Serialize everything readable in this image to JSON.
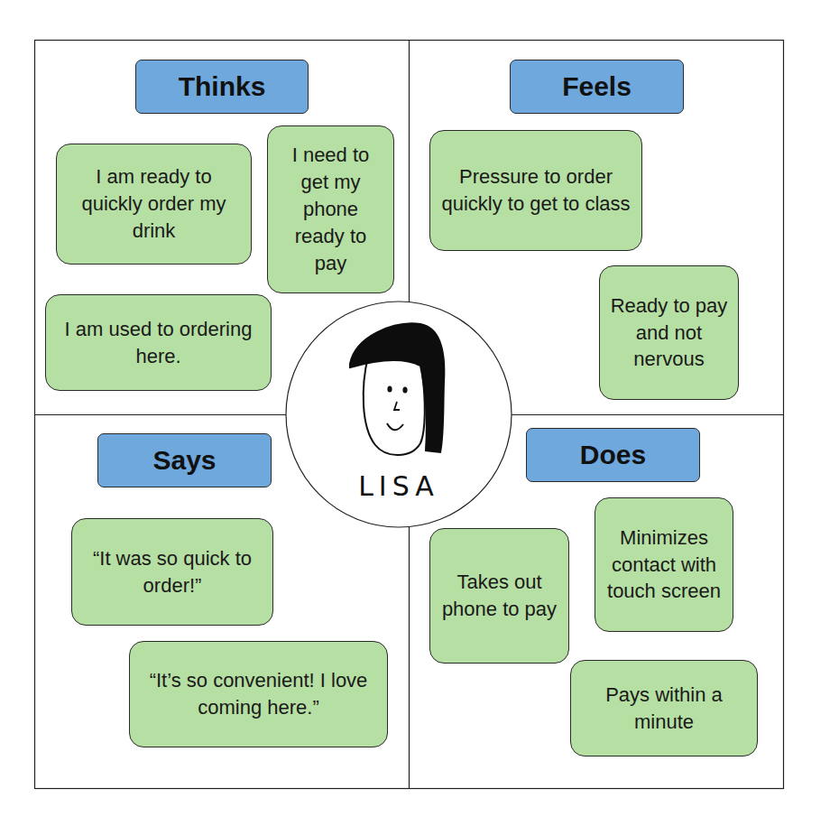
{
  "diagram": {
    "nodes": [
      {
        "text": [
          "Thinks"
        ]
      },
      {
        "text": [
          "I am ready to quickly order my drink"
        ]
      },
      {
        "text": [
          "I need to get my phone ready to pay"
        ]
      },
      {
        "text": [
          "I am used to ordering here."
        ]
      },
      {
        "text": [
          "Feels"
        ]
      },
      {
        "text": [
          "Pressure to order quickly to get to class"
        ]
      },
      {
        "text": [
          "Ready to pay and not nervous"
        ]
      },
      {
        "text": [
          "LISA"
        ]
      },
      {
        "text": [
          "Says"
        ]
      },
      {
        "text": [
          "“It was so quick to order!”"
        ]
      },
      {
        "text": [
          "“It’s so convenient!  I love coming here.”"
        ]
      },
      {
        "text": [
          "Does"
        ]
      },
      {
        "text": [
          "Takes out phone to pay"
        ]
      },
      {
        "text": [
          "Minimizes contact with touch screen"
        ]
      },
      {
        "text": [
          "Pays within a minute"
        ]
      }
    ]
  }
}
